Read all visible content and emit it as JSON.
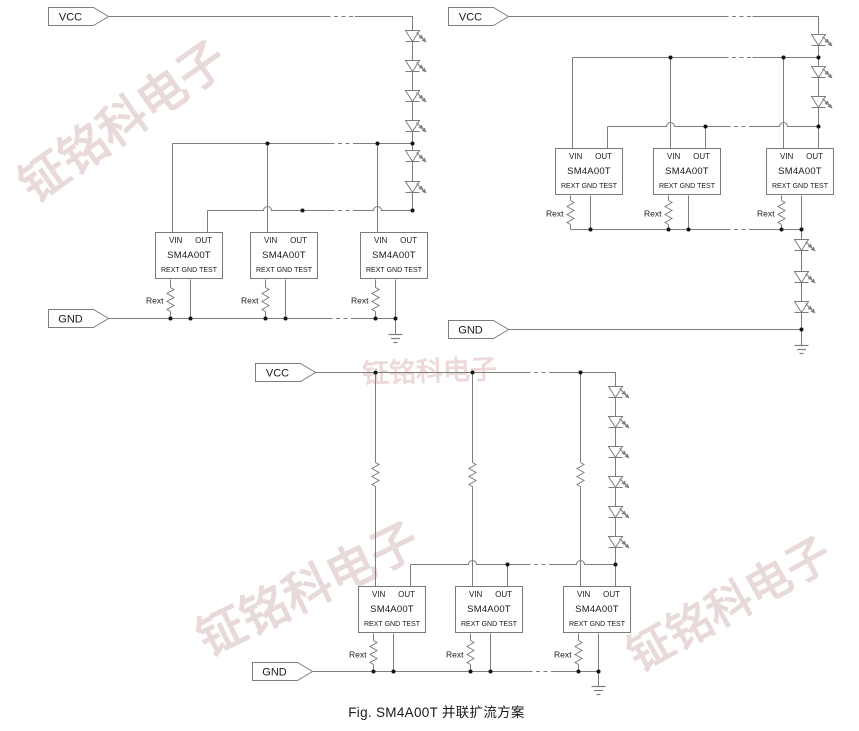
{
  "caption": "Fig. SM4A00T 并联扩流方案",
  "watermark": {
    "text": "钲铭科电子"
  },
  "labels": {
    "vcc": "VCC",
    "gnd": "GND",
    "rext": "Rext"
  },
  "chip": {
    "part": "SM4A00T",
    "pin_vin": "VIN",
    "pin_out": "OUT",
    "pin_rext": "REXT",
    "pin_gnd": "GND",
    "pin_test": "TEST"
  },
  "colors": {
    "wire": "#7d7d7d",
    "vcc_text": "#e01010",
    "gnd_text": "#1a1a1a",
    "watermark": "#e9dada"
  },
  "circuits": [
    {
      "id": "top-left",
      "vcc_rail": "VCC",
      "gnd_rail": "GND",
      "driver_part": "SM4A00T",
      "driver_count": 3,
      "led_count": 6,
      "rext_resistors": 3
    },
    {
      "id": "top-right",
      "vcc_rail": "VCC",
      "gnd_rail": "GND",
      "driver_part": "SM4A00T",
      "driver_count": 3,
      "led_count": 6,
      "rext_resistors": 3
    },
    {
      "id": "bottom",
      "vcc_rail": "VCC",
      "gnd_rail": "GND",
      "driver_part": "SM4A00T",
      "driver_count": 3,
      "led_count": 6,
      "rext_resistors": 3,
      "series_resistors": 3
    }
  ]
}
